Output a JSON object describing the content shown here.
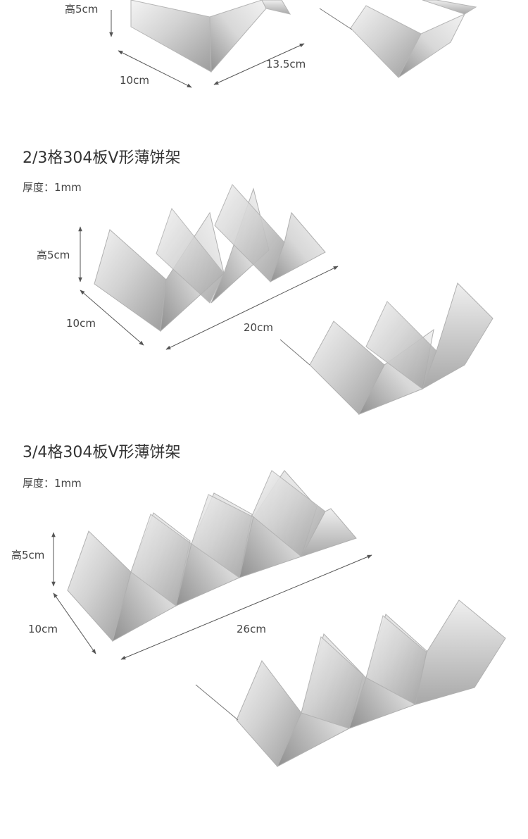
{
  "section1": {
    "height_label": "高5cm",
    "depth_label": "10cm",
    "length_label": "13.5cm"
  },
  "section2": {
    "title": "2/3格304板V形薄饼架",
    "thickness": "厚度：1mm",
    "height_label": "高5cm",
    "depth_label": "10cm",
    "length_label": "20cm"
  },
  "section3": {
    "title": "3/4格304板V形薄饼架",
    "thickness": "厚度：1mm",
    "height_label": "高5cm",
    "depth_label": "10cm",
    "length_label": "26cm"
  },
  "colors": {
    "background": "#ffffff",
    "dimension_line": "#555555",
    "steel_light": "#f2f2f2",
    "steel_dark": "#9a9a9a"
  }
}
